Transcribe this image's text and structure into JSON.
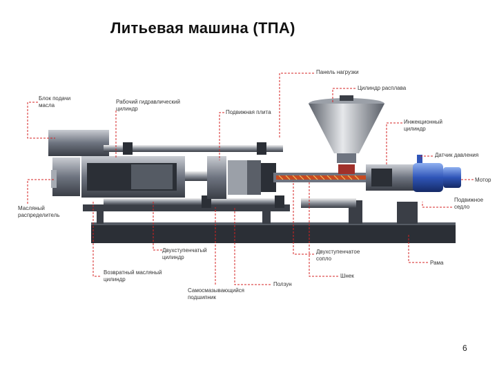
{
  "title": "Литьевая машина (ТПА)",
  "page_number": "6",
  "labels": {
    "panel": "Панель нагрузки",
    "hopper": "Цилиндр расплава",
    "oil_block": "Блок подачи\nмасла",
    "hyd_cyl": "Рабочий гидравлический\nцилиндр",
    "moving_plate": "Подвижная плита",
    "inj_cyl": "Инжекционный\nцилиндр",
    "pressure_sensor": "Датчик давления",
    "motor": "Мотор",
    "oil_dist": "Масляный\nраспределитель",
    "moving_saddle": "Подвижное\nседло",
    "two_stage_cyl": "Двухступенчатый\nцилиндр",
    "two_stage_nozzle": "Двухступенчатое\nсопло",
    "frame": "Рама",
    "return_cyl": "Возвратный масляный\nцилиндр",
    "screw": "Шнек",
    "bearing": "Самосмазывающийся\nподшипник",
    "slider": "Ползун"
  },
  "colors": {
    "leader": "#d42020",
    "steel": "#6e7480",
    "dark": "#2b2f36",
    "blue": "#2f55b8"
  }
}
